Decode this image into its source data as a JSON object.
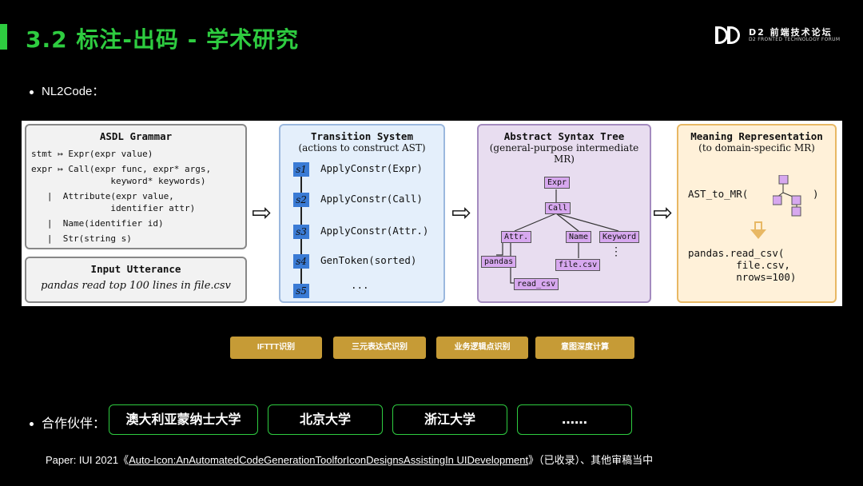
{
  "header": {
    "title": "3.2 标注-出码 - 学术研究",
    "logo_main": "D2 前端技术论坛",
    "logo_sub": "D2 FRONTED TECHNOLOGY FORUM"
  },
  "bullets": {
    "nl2code": "NL2Code：",
    "partners_label": "合作伙伴："
  },
  "figure": {
    "asdl": {
      "title": "ASDL Grammar",
      "lines": [
        "stmt ↦ Expr(expr value)",
        "expr ↦ Call(expr func, expr* args,",
        "               keyword* keywords)",
        "   |  Attribute(expr value,",
        "               identifier attr)",
        "   |  Name(identifier id)",
        "   |  Str(string s)"
      ]
    },
    "input": {
      "title": "Input Utterance",
      "text": "pandas read top 100 lines in file.csv"
    },
    "transition": {
      "title": "Transition System",
      "subtitle": "(actions to construct AST)",
      "steps": [
        {
          "label": "s1",
          "code": "ApplyConstr(Expr)"
        },
        {
          "label": "s2",
          "code": "ApplyConstr(Call)"
        },
        {
          "label": "s3",
          "code": "ApplyConstr(Attr.)"
        },
        {
          "label": "s4",
          "code": "GenToken(sorted)"
        },
        {
          "label": "s5",
          "code": "..."
        }
      ]
    },
    "ast": {
      "title": "Abstract Syntax Tree",
      "subtitle": "(general-purpose intermediate MR)",
      "nodes": [
        "Expr",
        "Call",
        "Attr.",
        "Name",
        "Keyword",
        "pandas",
        "file.csv",
        "read_csv",
        "⋮"
      ]
    },
    "mr": {
      "title": "Meaning Representation",
      "subtitle": "(to domain-specific MR)",
      "code_1": "AST_to_MR(",
      "code_1_close": ")",
      "code_2": "pandas.read_csv(\n        file.csv,\n        nrows=100)"
    },
    "arrow": "⇨"
  },
  "tags": [
    "IFTTT识别",
    "三元表达式识别",
    "业务逻辑点识别",
    "意图深度计算"
  ],
  "partners": [
    "澳大利亚蒙纳士大学",
    "北京大学",
    "浙江大学",
    "……"
  ],
  "paper": {
    "prefix": "Paper:    IUI 2021《",
    "link": "Auto-Icon:AnAutomatedCodeGenerationToolforIconDesignsAssistingIn UIDevelopment",
    "suffix": "》（已收录）、其他审稿当中"
  }
}
